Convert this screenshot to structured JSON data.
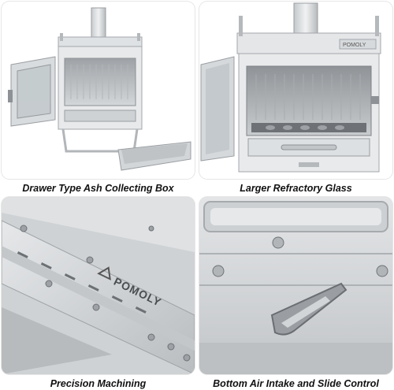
{
  "brand": {
    "logo_text": "POMOLY"
  },
  "captions": {
    "top_left": "Drawer Type Ash Collecting Box",
    "top_right": "Larger Refractory Glass",
    "bottom_left": "Precision Machining",
    "bottom_right": "Bottom Air Intake and Slide Control"
  }
}
